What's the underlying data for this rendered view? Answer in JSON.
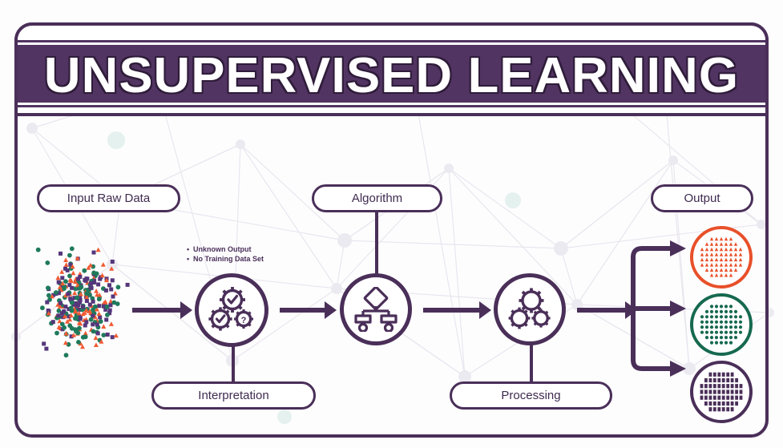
{
  "header": {
    "title": "UNSUPERVISED LEARNING",
    "band_color": "#513461",
    "border_color": "#4a2f59",
    "title_color": "#ffffff"
  },
  "frame": {
    "border_color": "#4a2f59",
    "background": "#fdfdfe"
  },
  "labels": {
    "input": "Input Raw Data",
    "algorithm": "Algorithm",
    "output": "Output",
    "interpretation": "Interpretation",
    "processing": "Processing"
  },
  "annotations": {
    "bullet_1": "Unknown Output",
    "bullet_2": "No Training Data Set",
    "bullet_char": "•"
  },
  "nodes": [
    {
      "id": "interpretation",
      "icon": "gears-check-question-icon",
      "label": "Interpretation"
    },
    {
      "id": "algorithm",
      "icon": "flowchart-decision-icon",
      "label": "Algorithm"
    },
    {
      "id": "processing",
      "icon": "gears-icon",
      "label": "Processing"
    }
  ],
  "input_cloud": {
    "name": "unclustered-data-cloud",
    "marker_types": [
      "circle",
      "square",
      "triangle"
    ],
    "colors": {
      "circle": "#1f7a5c",
      "square": "#55367a",
      "triangle": "#f05a33"
    },
    "point_count": 300
  },
  "outputs": [
    {
      "id": "cluster-orange",
      "shape": "triangle",
      "color": "#e8502a",
      "rows": 8,
      "cols": 9
    },
    {
      "id": "cluster-green",
      "shape": "circle",
      "color": "#16694f",
      "rows": 8,
      "cols": 9
    },
    {
      "id": "cluster-purple",
      "shape": "square",
      "color": "#4a2f59",
      "rows": 7,
      "cols": 10
    }
  ],
  "palette": {
    "purple_dark": "#4a2f59",
    "purple_band": "#513461",
    "orange": "#e8502a",
    "green": "#16694f",
    "indigo": "#55367a",
    "white": "#ffffff"
  },
  "bottom_caption": ""
}
